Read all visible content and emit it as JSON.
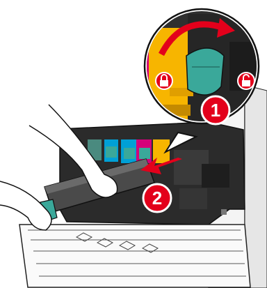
{
  "illustration": {
    "subject": "printer-toner-cartridge-removal",
    "steps": [
      {
        "number": "1",
        "color": "#e3001b"
      },
      {
        "number": "2",
        "color": "#e3001b"
      }
    ],
    "icons": [
      "lock-icon",
      "unlock-icon",
      "curved-arrow-icon",
      "straight-arrow-icon"
    ],
    "colors": {
      "accent_red": "#e3001b",
      "lever_teal": "#3aa89a",
      "toner_gray": "#4a4a4a",
      "printer_dark": "#2b2b2b",
      "toner_yellow": "#f7b500",
      "toner_magenta": "#d4007a",
      "toner_cyan": "#00a0d6"
    }
  }
}
